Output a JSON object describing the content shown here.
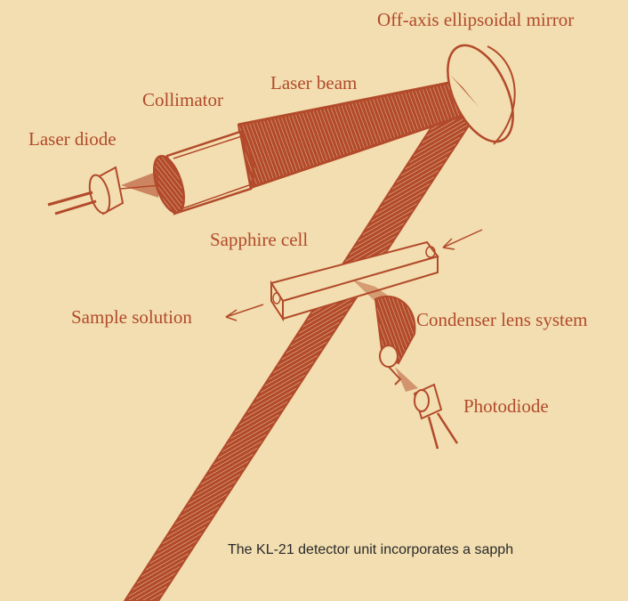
{
  "colors": {
    "paper": "#f2deb0",
    "ink": "#b24a2b",
    "caption_text": "#2a2a2a"
  },
  "labels": {
    "off_axis_mirror": "Off-axis ellipsoidal mirror",
    "laser_beam": "Laser beam",
    "collimator": "Collimator",
    "laser_diode": "Laser diode",
    "sapphire_cell": "Sapphire cell",
    "sample_solution": "Sample solution",
    "condenser_lens": "Condenser lens system",
    "photodiode": "Photodiode"
  },
  "caption": "The KL-21 detector unit incorporates a sapph"
}
